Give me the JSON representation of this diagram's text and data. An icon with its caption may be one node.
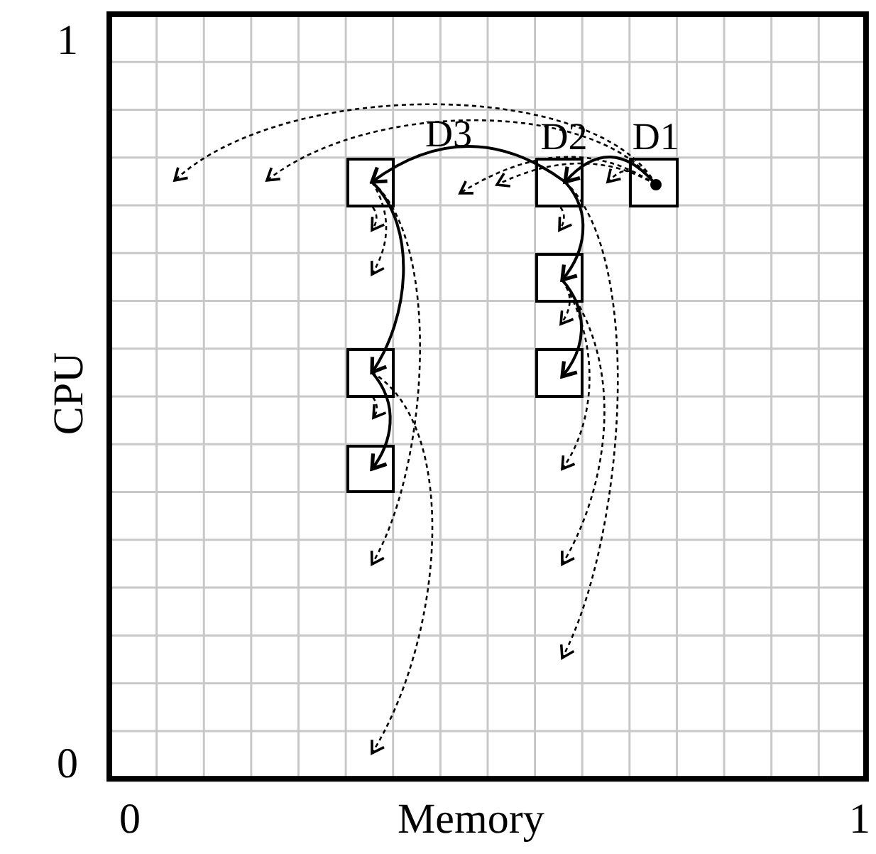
{
  "diagram": {
    "nodes": [
      {
        "text": [
          "D1"
        ]
      },
      {
        "text": [
          "D2"
        ]
      },
      {
        "text": [
          "D3"
        ]
      },
      {
        "text": [],
        "shape": "box"
      },
      {
        "text": [],
        "shape": "box"
      },
      {
        "text": [],
        "shape": "box"
      },
      {
        "text": [],
        "shape": "box"
      }
    ],
    "edges": [
      {
        "from": 0,
        "to": 1,
        "arrow": "to"
      },
      {
        "from": 1,
        "to": 2,
        "arrow": "to"
      },
      {
        "from": 1,
        "to": 3,
        "arrow": "to"
      },
      {
        "from": 3,
        "to": 4,
        "arrow": "to"
      },
      {
        "from": 2,
        "to": 5,
        "arrow": "to"
      },
      {
        "from": 5,
        "to": 6,
        "arrow": "to"
      },
      {
        "from": 0,
        "to": null,
        "arrow": "to",
        "style": "dashed"
      },
      {
        "from": 0,
        "to": null,
        "arrow": "to",
        "style": "dashed"
      },
      {
        "from": 0,
        "to": null,
        "arrow": "to",
        "style": "dashed"
      },
      {
        "from": 0,
        "to": null,
        "arrow": "to",
        "style": "dashed"
      },
      {
        "from": 0,
        "to": null,
        "arrow": "to",
        "style": "dashed"
      },
      {
        "from": 1,
        "to": null,
        "arrow": "to",
        "style": "dashed"
      },
      {
        "from": 3,
        "to": null,
        "arrow": "to",
        "style": "dashed"
      },
      {
        "from": 1,
        "to": null,
        "arrow": "to",
        "style": "dashed"
      },
      {
        "from": 3,
        "to": null,
        "arrow": "to",
        "style": "dashed"
      },
      {
        "from": 3,
        "to": null,
        "arrow": "to",
        "style": "dashed"
      },
      {
        "from": 2,
        "to": null,
        "arrow": "to",
        "style": "dashed"
      },
      {
        "from": 2,
        "to": null,
        "arrow": "to",
        "style": "dashed"
      },
      {
        "from": 2,
        "to": null,
        "arrow": "to",
        "style": "dashed"
      },
      {
        "from": 5,
        "to": null,
        "arrow": "to",
        "style": "dashed"
      },
      {
        "from": 5,
        "to": null,
        "arrow": "to",
        "style": "dashed"
      }
    ],
    "labels": [
      "1",
      "CPU",
      "0",
      "0",
      "Memory",
      "1"
    ]
  }
}
